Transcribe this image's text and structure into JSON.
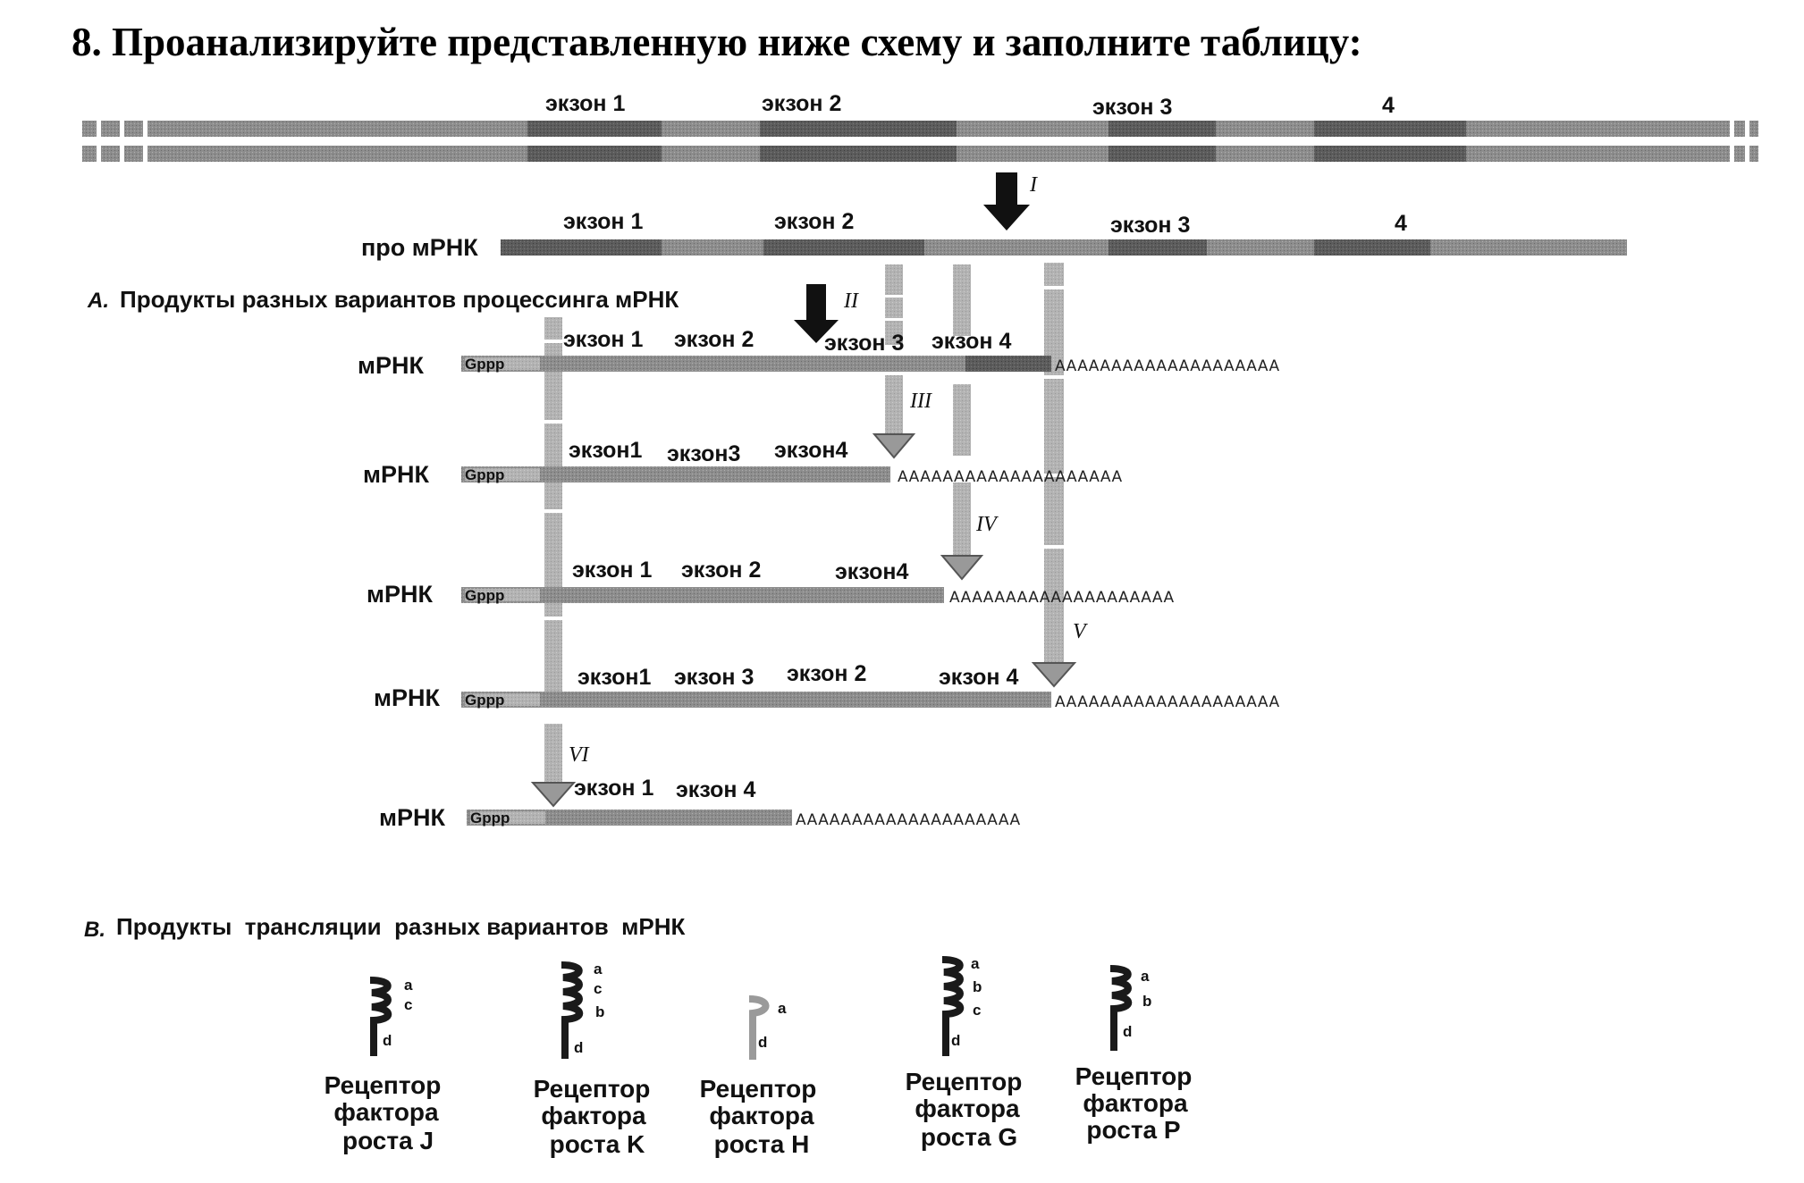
{
  "title": "8. Проанализируйте представленную ниже схему и заполните таблицу:",
  "gene": {
    "exons": [
      "экзон 1",
      "экзон 2",
      "экзон 3",
      "4"
    ]
  },
  "pre_mrna": {
    "label": "про мРНК",
    "exons": [
      "экзон 1",
      "экзон 2",
      "экзон 3",
      "4"
    ]
  },
  "steps": [
    "I",
    "II",
    "III",
    "IV",
    "V",
    "VI"
  ],
  "section_a": {
    "prefix": "А.",
    "title": "Продукты разных вариантов процессинга мРНК"
  },
  "mrna_variants": [
    {
      "label": "мРНК",
      "cap": "Gppp",
      "exons": [
        "экзон 1",
        "экзон 2",
        "экзон 3",
        "экзон 4"
      ],
      "polya": "AAAAAAAAAAAAAAAAAAAA"
    },
    {
      "label": "мРНК",
      "cap": "Gppp",
      "exons": [
        "экзон1",
        "экзон3",
        "экзон4"
      ],
      "polya": "AAAAAAAAAAAAAAAAAAAA"
    },
    {
      "label": "мРНК",
      "cap": "Gppp",
      "exons": [
        "экзон 1",
        "экзон 2",
        "экзон4"
      ],
      "polya": "AAAAAAAAAAAAAAAAAAAA"
    },
    {
      "label": "мРНК",
      "cap": "Gppp",
      "exons": [
        "экзон1",
        "экзон 3",
        "экзон 2",
        "экзон 4"
      ],
      "polya": "AAAAAAAAAAAAAAAAAAAA"
    },
    {
      "label": "мРНК",
      "cap": "Gppp",
      "exons": [
        "экзон 1",
        "экзон 4"
      ],
      "polya": "AAAAAAAAAAAAAAAAAAAA"
    }
  ],
  "section_b": {
    "prefix": "В.",
    "title": "Продукты  трансляции  разных вариантов  мРНК"
  },
  "receptors": [
    {
      "domains": [
        "a",
        "c",
        "d"
      ],
      "caption": [
        "Рецептор",
        "фактора",
        "роста J"
      ]
    },
    {
      "domains": [
        "a",
        "c",
        "b",
        "d"
      ],
      "caption": [
        "Рецептор",
        "фактора",
        "роста K"
      ]
    },
    {
      "domains": [
        "a",
        "d"
      ],
      "caption": [
        "Рецептор",
        "фактора",
        "роста H"
      ]
    },
    {
      "domains": [
        "a",
        "b",
        "c",
        "d"
      ],
      "caption": [
        "Рецептор",
        "фактора",
        "роста G"
      ]
    },
    {
      "domains": [
        "a",
        "b",
        "d"
      ],
      "caption": [
        "Рецептор",
        "фактора",
        "роста P"
      ]
    }
  ],
  "colors": {
    "strand": "#8a8a8a",
    "exon": "#6e6e6e",
    "arrow": "#111111",
    "grey_arrow": "#a8a8a8",
    "text": "#111111"
  }
}
